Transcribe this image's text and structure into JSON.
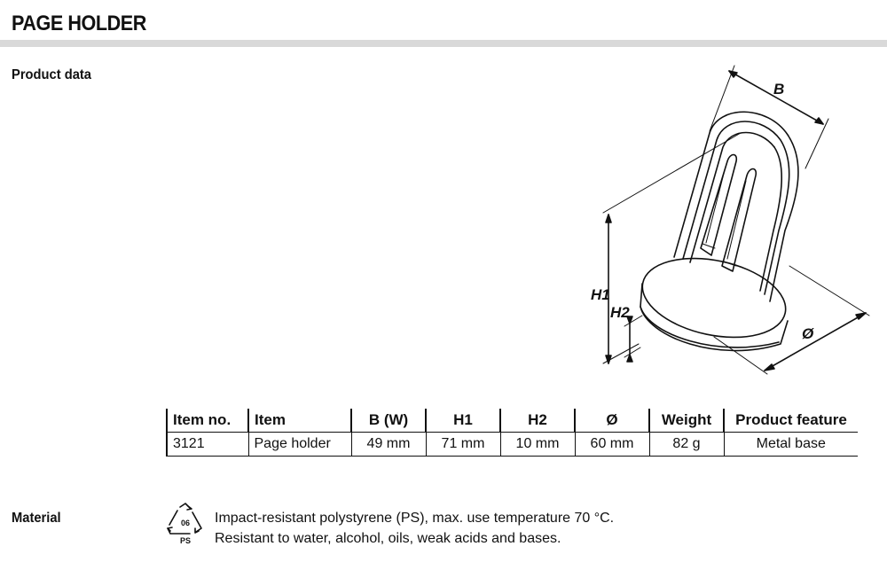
{
  "header": {
    "title": "PAGE HOLDER"
  },
  "sections": {
    "product_data_label": "Product data",
    "material_label": "Material"
  },
  "drawing": {
    "dimension_labels": {
      "b": "B",
      "h1": "H1",
      "h2": "H2",
      "diameter": "Ø"
    }
  },
  "table": {
    "headers": [
      "Item no.",
      "Item",
      "B (W)",
      "H1",
      "H2",
      "Ø",
      "Weight",
      "Product feature"
    ],
    "rows": [
      [
        "3121",
        "Page holder",
        "49 mm",
        "71 mm",
        "10 mm",
        "60 mm",
        "82 g",
        "Metal base"
      ]
    ]
  },
  "material": {
    "recycling_code": "06",
    "recycling_abbr": "PS",
    "lines": [
      "Impact-resistant polystyrene (PS), max. use temperature 70 °C.",
      "Resistant to water, alcohol, oils, weak acids and bases."
    ]
  }
}
